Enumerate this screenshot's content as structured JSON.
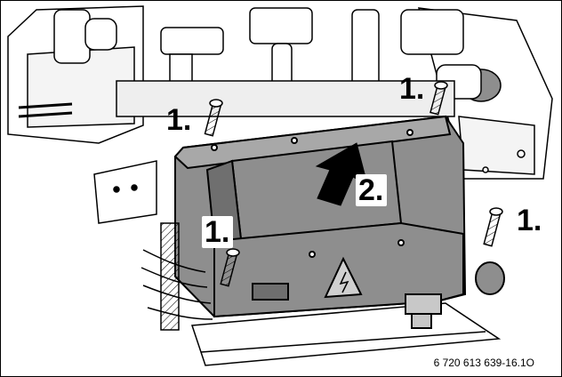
{
  "figure": {
    "step_labels": {
      "screw_top_left": "1.",
      "screw_top_right": "1.",
      "screw_bottom_left": "1.",
      "screw_right": "1.",
      "lift_direction": "2."
    },
    "figure_code": "6 720 613 639-16.1O",
    "colors": {
      "outline": "#000000",
      "module_body": "#8e8e8e",
      "module_dark": "#6f6f6f",
      "module_top": "#a8a8a8",
      "frame": "#ffffff",
      "arrow": "#000000"
    }
  }
}
